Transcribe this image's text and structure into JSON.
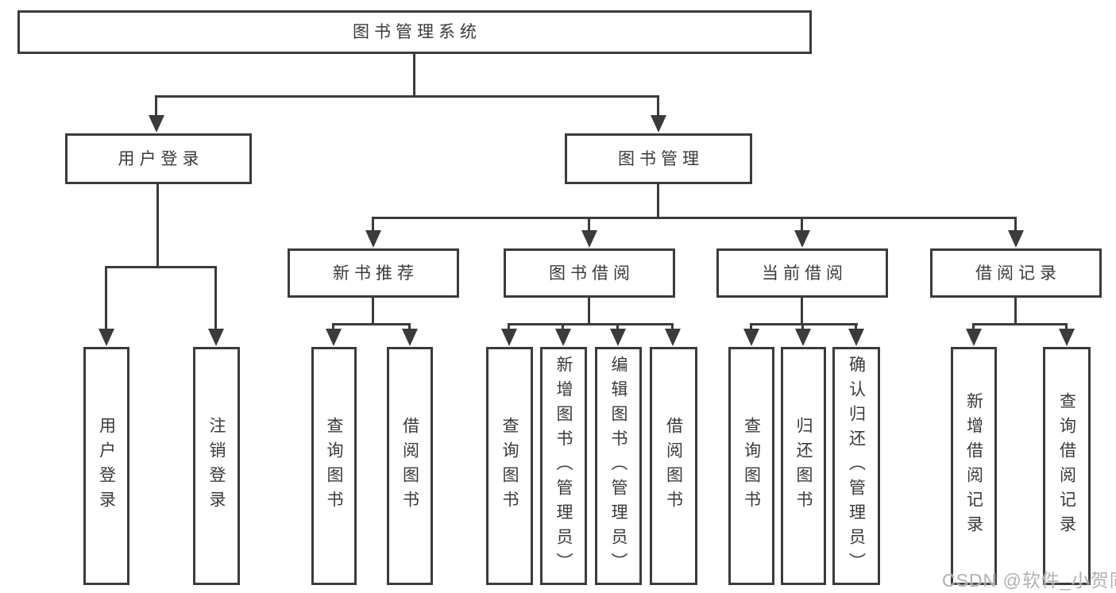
{
  "tree": {
    "root": {
      "label": "图书管理系统"
    },
    "branches": [
      {
        "label": "用户登录",
        "children": [
          {
            "label": "用户登录"
          },
          {
            "label": "注销登录"
          }
        ]
      },
      {
        "label": "图书管理",
        "children": [
          {
            "label": "新书推荐",
            "children": [
              {
                "label": "查询图书"
              },
              {
                "label": "借阅图书"
              }
            ]
          },
          {
            "label": "图书借阅",
            "children": [
              {
                "label": "查询图书"
              },
              {
                "label": "新增图书（管理员）"
              },
              {
                "label": "编辑图书（管理员）"
              },
              {
                "label": "借阅图书"
              }
            ]
          },
          {
            "label": "当前借阅",
            "children": [
              {
                "label": "查询图书"
              },
              {
                "label": "归还图书"
              },
              {
                "label": "确认归还（管理员）"
              }
            ]
          },
          {
            "label": "借阅记录",
            "children": [
              {
                "label": "新增借阅记录"
              },
              {
                "label": "查询借阅记录"
              }
            ]
          }
        ]
      }
    ]
  },
  "watermark": "CSDN @软件_小贺同学",
  "colors": {
    "line": "#3b3b3b",
    "text": "#3a3a3a",
    "background": "#ffffff",
    "watermark": "#a8a8a8"
  }
}
